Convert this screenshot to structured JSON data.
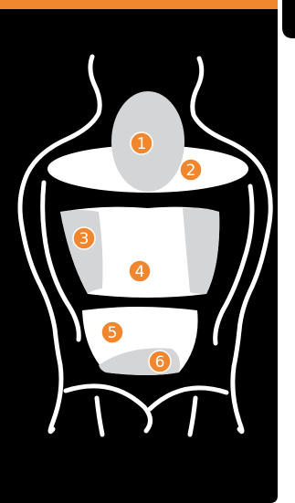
{
  "colors": {
    "background": "#000000",
    "outline": "#ffffff",
    "fill": "#ffffff",
    "region_gray": "#d4d5d7",
    "marker": "#f0862d",
    "marker_border": "#ffffff",
    "top_strip": "#f0862d",
    "side_panel": "#000000",
    "page": "#ffffff"
  },
  "markers": [
    {
      "label": "1"
    },
    {
      "label": "2"
    },
    {
      "label": "3"
    },
    {
      "label": "4"
    },
    {
      "label": "5"
    },
    {
      "label": "6"
    }
  ]
}
